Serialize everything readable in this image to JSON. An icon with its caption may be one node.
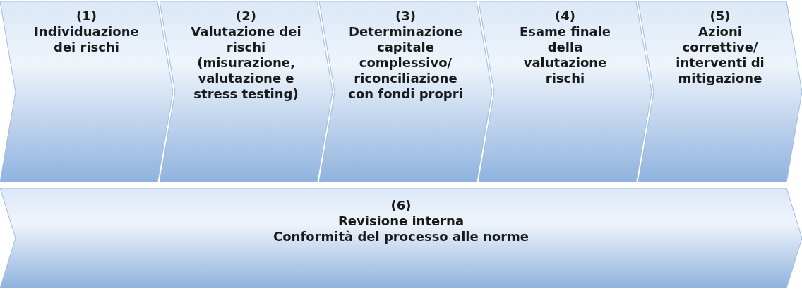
{
  "diagram": {
    "nodes": [
      {
        "text": [
          "(1)",
          "Individuazione dei rischi"
        ]
      },
      {
        "text": [
          "(2)",
          "Valutazione dei rischi (misurazione, valutazione e stress testing)"
        ]
      },
      {
        "text": [
          "(3)",
          "Determinazione capitale complessivo/ riconciliazione con fondi propri"
        ]
      },
      {
        "text": [
          "(4)",
          "Esame finale della valutazione rischi"
        ]
      },
      {
        "text": [
          "(5)",
          "Azioni correttive/ interventi di mitigazione"
        ]
      },
      {
        "text": [
          "(6)",
          "Revisione interna",
          "Conformità del processo alle norme"
        ]
      }
    ]
  }
}
